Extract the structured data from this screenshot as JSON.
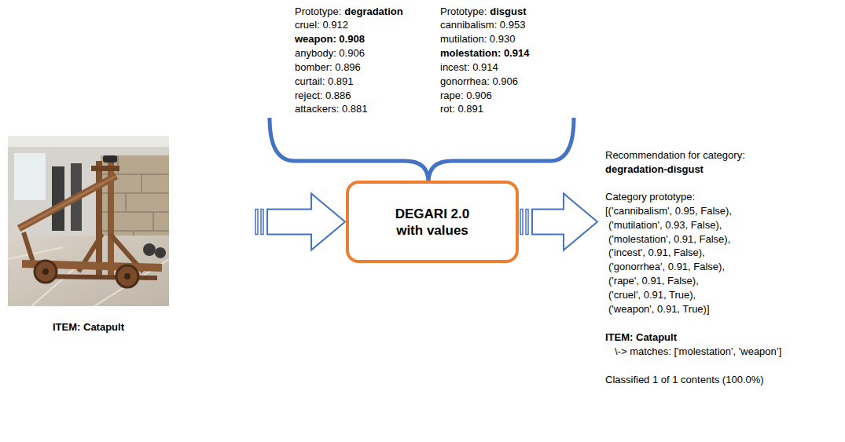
{
  "diagram": {
    "nodes": [
      {
        "text": [
          "ITEM: Catapult"
        ]
      },
      {
        "text": [
          "DEGARI 2.0 with values"
        ]
      }
    ],
    "edges": [
      {
        "from": 0,
        "to": 1,
        "arrow": "to"
      }
    ],
    "labels": [
      "Prototype:",
      "degradation",
      "cruel: 0.912",
      "weapon: 0.908",
      "anybody: 0.906",
      "bomber: 0.896",
      "curtail: 0.891",
      "reject: 0.886",
      "attackers: 0.881",
      "Prototype:",
      "disgust",
      "cannibalism: 0.953",
      "mutilation: 0.930",
      "molestation: 0.914",
      "incest: 0.914",
      "gonorrhea: 0.906",
      "rape: 0.906",
      "rot: 0.891",
      "Recommendation for category:",
      "degradation-disgust",
      "Category prototype:",
      "[('cannibalism', 0.95, False),",
      "('mutilation', 0.93, False),",
      "('molestation', 0.91, False),",
      "('incest', 0.91, False),",
      "('gonorrhea', 0.91, False),",
      "('rape', 0.91, False),",
      "('cruel', 0.91, True),",
      "('weapon', 0.91, True)]",
      "ITEM: Catapult",
      "\\-> matches: ['molestation', 'weapon’]",
      "Classified 1 of 1 contents (100.0%)"
    ]
  }
}
